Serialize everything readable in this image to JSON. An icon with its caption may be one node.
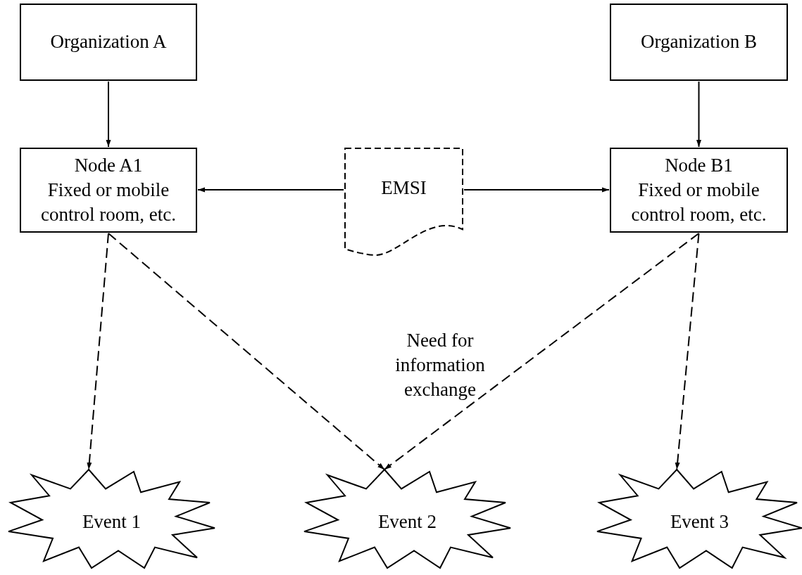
{
  "diagram": {
    "nodes": [
      {
        "text": [
          "Organization A"
        ]
      },
      {
        "text": [
          "Organization B"
        ]
      },
      {
        "text": [
          "Node A1",
          "Fixed or mobile control room, etc."
        ]
      },
      {
        "text": [
          "EMSI"
        ]
      },
      {
        "text": [
          "Node B1",
          "Fixed or mobile control room, etc."
        ]
      },
      {
        "text": [
          "Event 1"
        ]
      },
      {
        "text": [
          "Event 2"
        ]
      },
      {
        "text": [
          "Event 3"
        ]
      }
    ],
    "edges": [
      {
        "from": 0,
        "to": 2,
        "arrow": "to"
      },
      {
        "from": 1,
        "to": 4,
        "arrow": "to"
      },
      {
        "from": 3,
        "to": 2,
        "arrow": "to"
      },
      {
        "from": 3,
        "to": 4,
        "arrow": "to"
      },
      {
        "from": 2,
        "to": 5,
        "arrow": "to",
        "style": "dashed"
      },
      {
        "from": 2,
        "to": 6,
        "arrow": "to",
        "style": "dashed"
      },
      {
        "from": 4,
        "to": 6,
        "arrow": "to",
        "style": "dashed"
      },
      {
        "from": 4,
        "to": 7,
        "arrow": "to",
        "style": "dashed"
      }
    ],
    "labels": [
      "Need for information exchange"
    ]
  }
}
